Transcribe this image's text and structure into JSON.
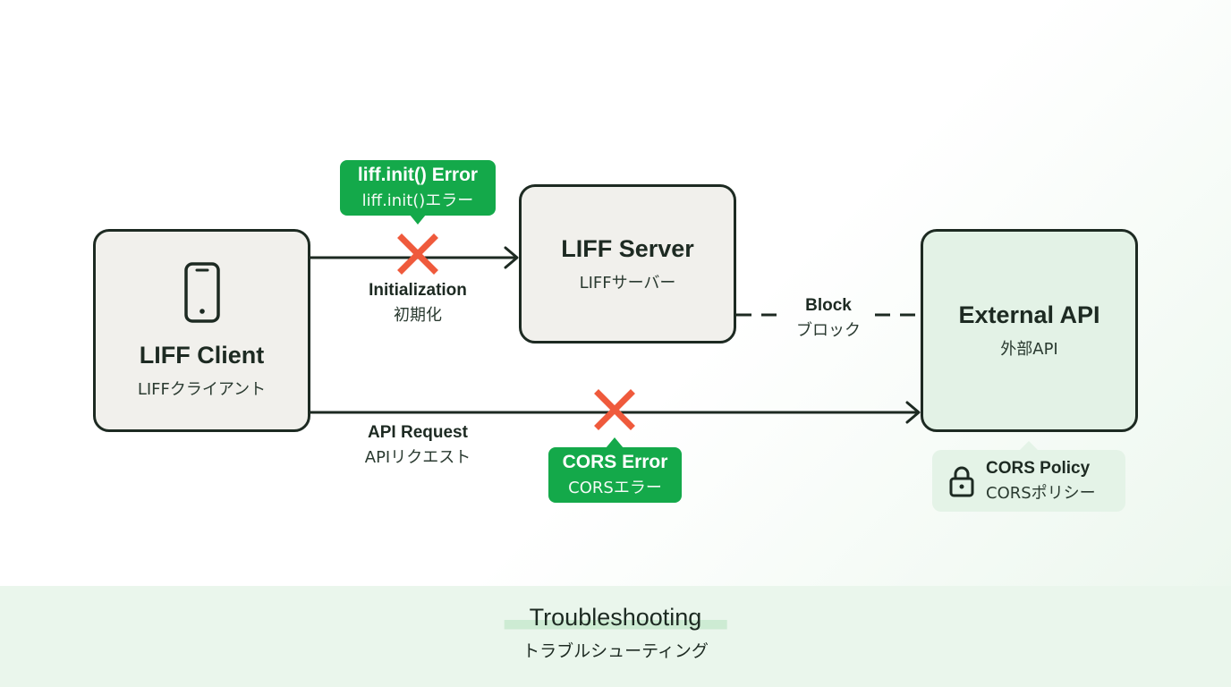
{
  "nodes": {
    "client": {
      "title": "LIFF Client",
      "subtitle": "LIFFクライアント",
      "icon": "smartphone-icon"
    },
    "server": {
      "title": "LIFF Server",
      "subtitle": "LIFFサーバー"
    },
    "external": {
      "title": "External API",
      "subtitle": "外部API"
    }
  },
  "edges": {
    "initialization": {
      "label": "Initialization",
      "label_ja": "初期化"
    },
    "api_request": {
      "label": "API Request",
      "label_ja": "APIリクエスト"
    },
    "block": {
      "label": "Block",
      "label_ja": "ブロック"
    }
  },
  "errors": {
    "liff_init": {
      "label": "liff.init() Error",
      "label_ja": "liff.init()エラー",
      "icon": "error-x-icon"
    },
    "cors": {
      "label": "CORS Error",
      "label_ja": "CORSエラー",
      "icon": "error-x-icon"
    }
  },
  "policy": {
    "label": "CORS Policy",
    "label_ja": "CORSポリシー",
    "icon": "lock-icon"
  },
  "footer": {
    "title": "Troubleshooting",
    "subtitle": "トラブルシューティング"
  },
  "colors": {
    "error_badge": "#14a94a",
    "error_mark": "#ef5a3c",
    "node_fill": "#f1f0ec",
    "api_fill": "#e3f2e6",
    "stroke": "#1d2a22"
  }
}
